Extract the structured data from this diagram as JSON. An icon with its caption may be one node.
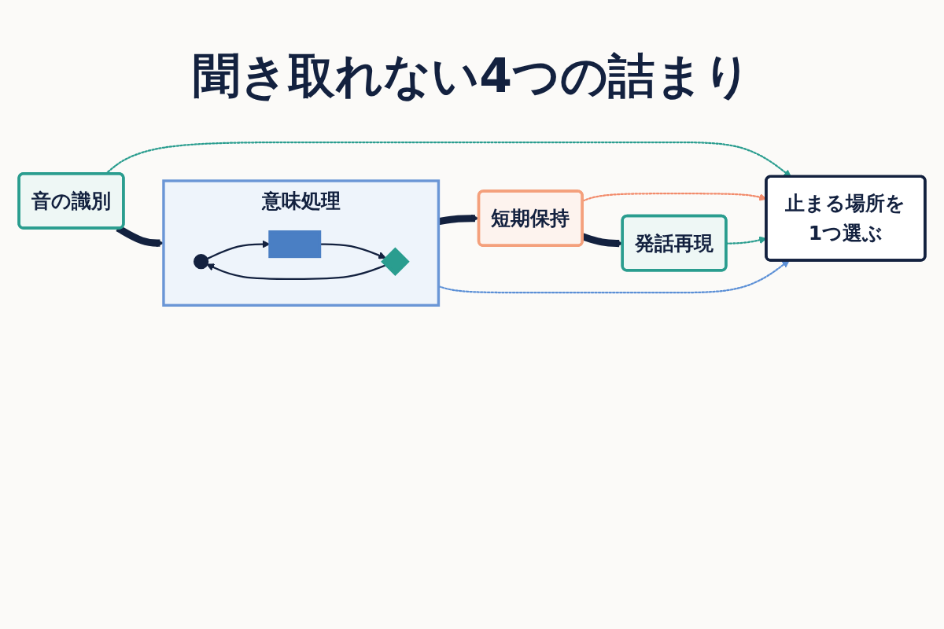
{
  "diagram": {
    "title": "聞き取れない4つの詰まり",
    "nodes": [
      {
        "text": [
          "音の識別"
        ]
      },
      {
        "text": [
          "意味処理"
        ]
      },
      {
        "text": [],
        "shape": "circle",
        "in": 1
      },
      {
        "text": [],
        "shape": "box",
        "in": 1
      },
      {
        "text": [],
        "shape": "diamond",
        "in": 1
      },
      {
        "text": [
          "短期保持"
        ]
      },
      {
        "text": [
          "発話再現"
        ]
      },
      {
        "text": [
          "止まる場所を1つ選ぶ"
        ]
      }
    ],
    "edges": [
      {
        "from": 0,
        "to": 1,
        "arrow": "to",
        "style": "thick"
      },
      {
        "from": 1,
        "to": 5,
        "arrow": "to",
        "style": "thick"
      },
      {
        "from": 5,
        "to": 6,
        "arrow": "to",
        "style": "thick"
      },
      {
        "from": 2,
        "to": 3,
        "arrow": "to"
      },
      {
        "from": 3,
        "to": 4,
        "arrow": "to"
      },
      {
        "from": 4,
        "to": 2,
        "arrow": "to"
      },
      {
        "from": 0,
        "to": 7,
        "arrow": "to",
        "style": "dashed",
        "color": "#2a9d8f"
      },
      {
        "from": 1,
        "to": 7,
        "arrow": "to",
        "style": "dashed",
        "color": "#5b8fd6"
      },
      {
        "from": 5,
        "to": 7,
        "arrow": "to",
        "style": "dashed",
        "color": "#f28b6b"
      },
      {
        "from": 6,
        "to": 7,
        "arrow": "to",
        "style": "dashed",
        "color": "#2a9d8f"
      }
    ]
  }
}
